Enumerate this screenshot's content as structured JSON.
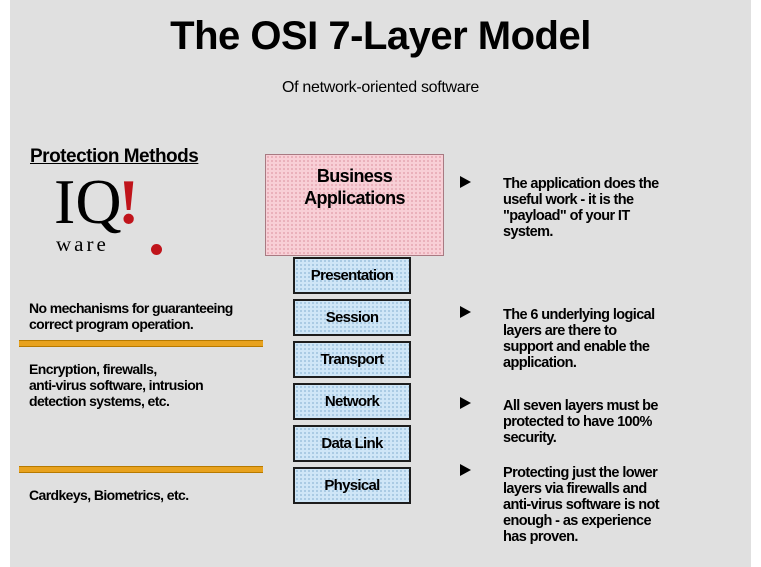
{
  "title": "The OSI 7-Layer Model",
  "subtitle": "Of network-oriented software",
  "protection_heading": "Protection Methods",
  "logo": {
    "main": "IQ",
    "bang": "!",
    "sub": "ware"
  },
  "colors": {
    "background": "#e0e0e0",
    "business_box": "#f8cfd6",
    "layer_box": "#cfe6f7",
    "separator": "#e8a21e",
    "logo_accent": "#c0141b"
  },
  "business_box": {
    "lines": [
      "Business",
      "Applications"
    ]
  },
  "layers": [
    "Presentation",
    "Session",
    "Transport",
    "Network",
    "Data Link",
    "Physical"
  ],
  "protection_methods": [
    {
      "lines": [
        "No mechanisms for guaranteeing",
        "correct program operation."
      ]
    },
    {
      "lines": [
        "Encryption, firewalls,",
        "anti-virus software, intrusion",
        "detection systems, etc."
      ]
    },
    {
      "lines": [
        "Cardkeys, Biometrics, etc."
      ]
    }
  ],
  "notes": [
    {
      "lines": [
        "The application does the",
        "useful work - it is the",
        "\"payload\" of your IT",
        "system."
      ]
    },
    {
      "lines": [
        "The 6 underlying logical",
        "layers are there to",
        "support and enable the",
        "application."
      ]
    },
    {
      "lines": [
        "All seven layers must be",
        "protected to have 100%",
        "security."
      ]
    },
    {
      "lines": [
        "Protecting just the lower",
        "layers via firewalls and",
        "anti-virus software is not",
        "enough - as experience",
        "has proven."
      ]
    }
  ]
}
